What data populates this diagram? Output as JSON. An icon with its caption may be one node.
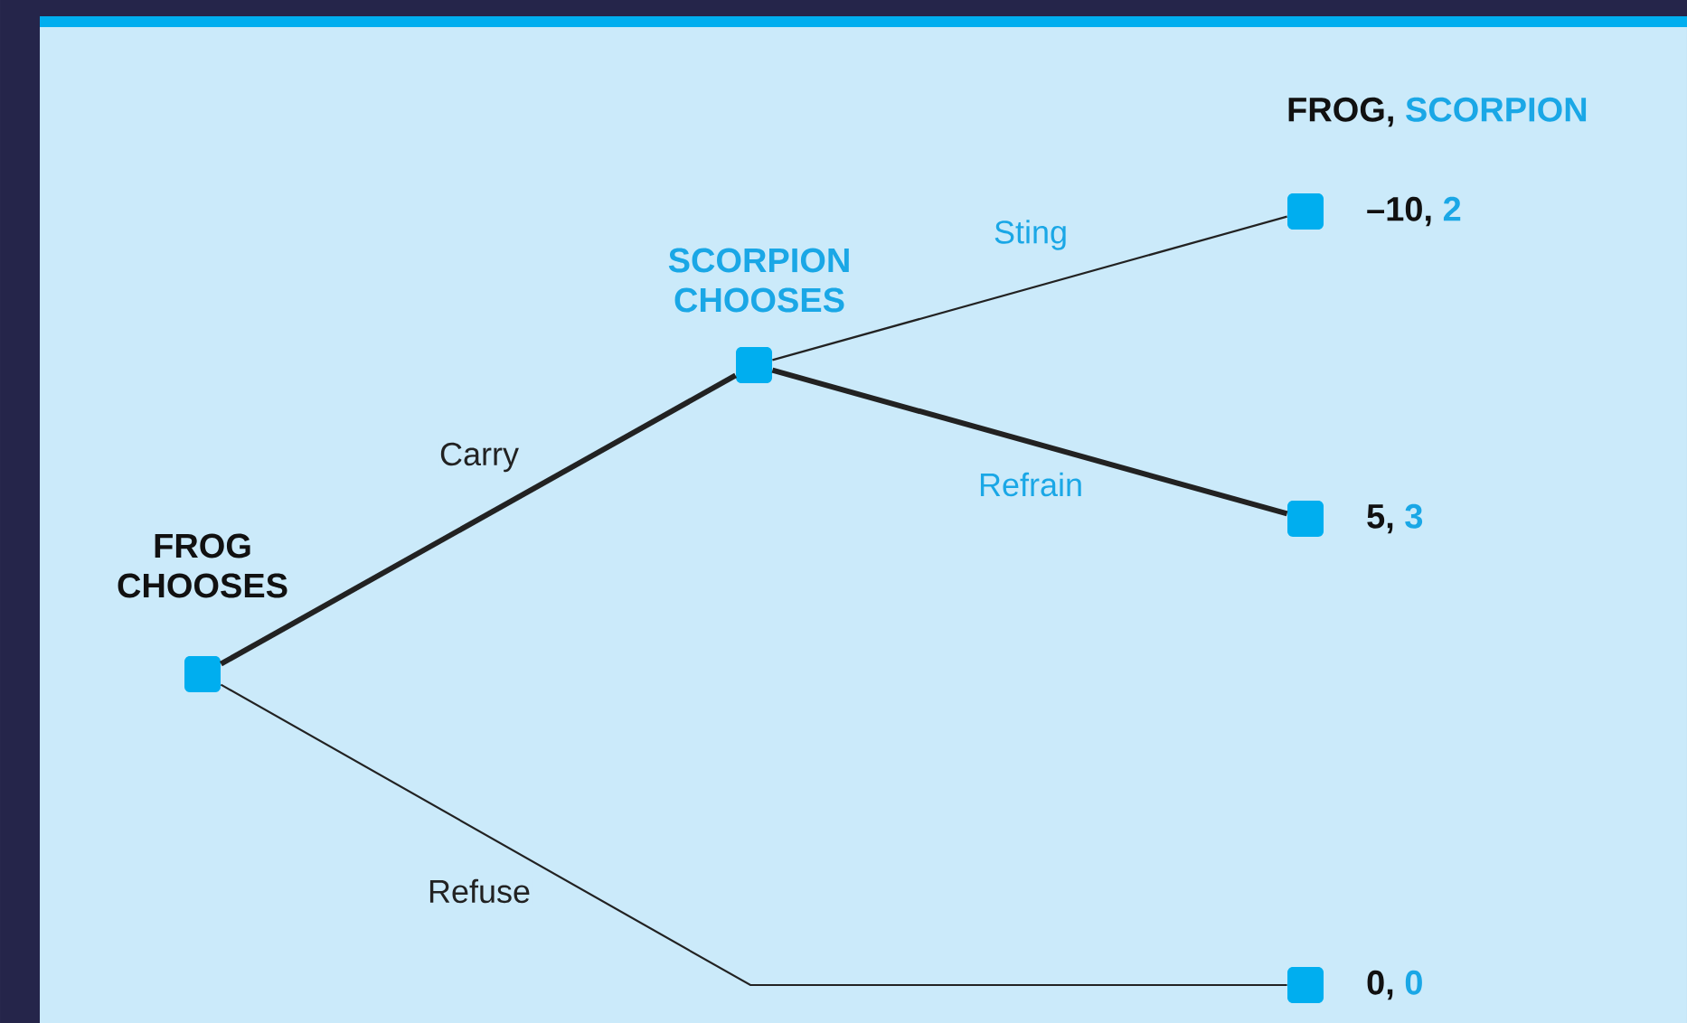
{
  "diagram": {
    "nodes": [
      {
        "text": [
          "FROG CHOOSES"
        ]
      },
      {
        "text": [
          "SCORPION CHOOSES"
        ]
      },
      {
        "text": [],
        "shape": "box",
        "beside": [
          "–10,",
          "2"
        ]
      },
      {
        "text": [],
        "shape": "box",
        "beside": [
          "5,",
          "3"
        ]
      },
      {
        "text": [],
        "shape": "box",
        "beside": [
          "0,",
          "0"
        ]
      }
    ],
    "edges": [
      {
        "from": 0,
        "to": 1,
        "arrow": "none",
        "label": "Carry",
        "style": "thick"
      },
      {
        "from": 1,
        "to": 2,
        "arrow": "none",
        "label": "Sting"
      },
      {
        "from": 1,
        "to": 3,
        "arrow": "none",
        "label": "Refrain",
        "style": "thick"
      },
      {
        "from": 0,
        "to": 4,
        "arrow": "none",
        "label": "Refuse"
      }
    ],
    "labels": [
      "FROG,",
      "SCORPION"
    ]
  }
}
